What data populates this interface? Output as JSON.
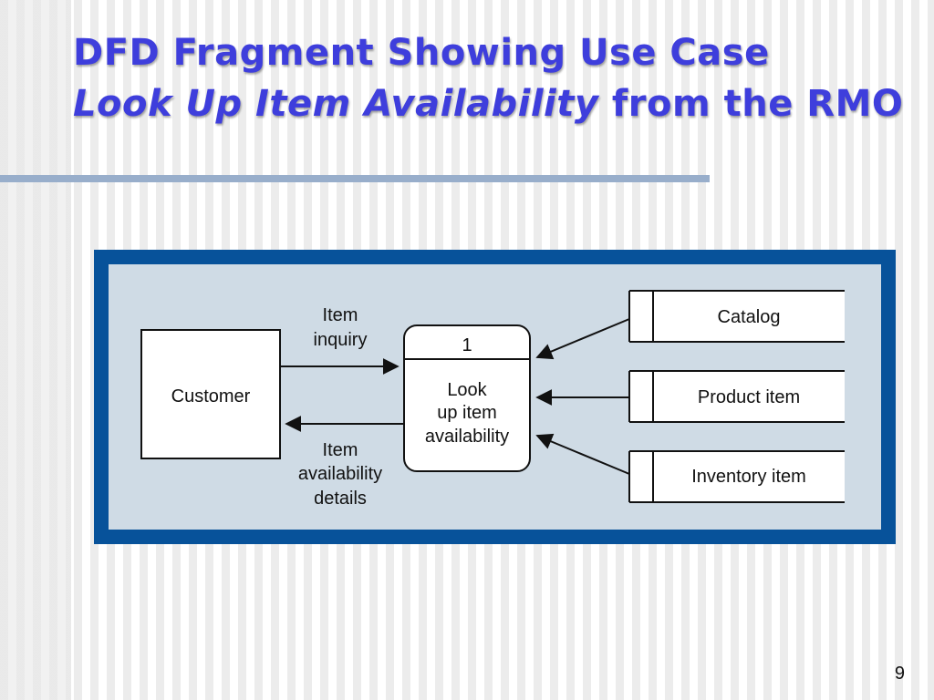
{
  "slide": {
    "title_part1": "DFD Fragment Showing Use Case",
    "title_italic": "Look Up Item Availability",
    "title_part2": "from the RMO",
    "page_number": "9"
  },
  "diagram": {
    "external_entity": "Customer",
    "process": {
      "number": "1",
      "lines": [
        "Look",
        "up item",
        "availability"
      ]
    },
    "flow_in": [
      "Item",
      "inquiry"
    ],
    "flow_out": [
      "Item",
      "availability",
      "details"
    ],
    "data_stores": [
      "Catalog",
      "Product item",
      "Inventory item"
    ],
    "colors": {
      "title": "#3e3edc",
      "frame": "#07529a",
      "panel": "#cfdbe5",
      "rule": "#98aecb"
    }
  }
}
